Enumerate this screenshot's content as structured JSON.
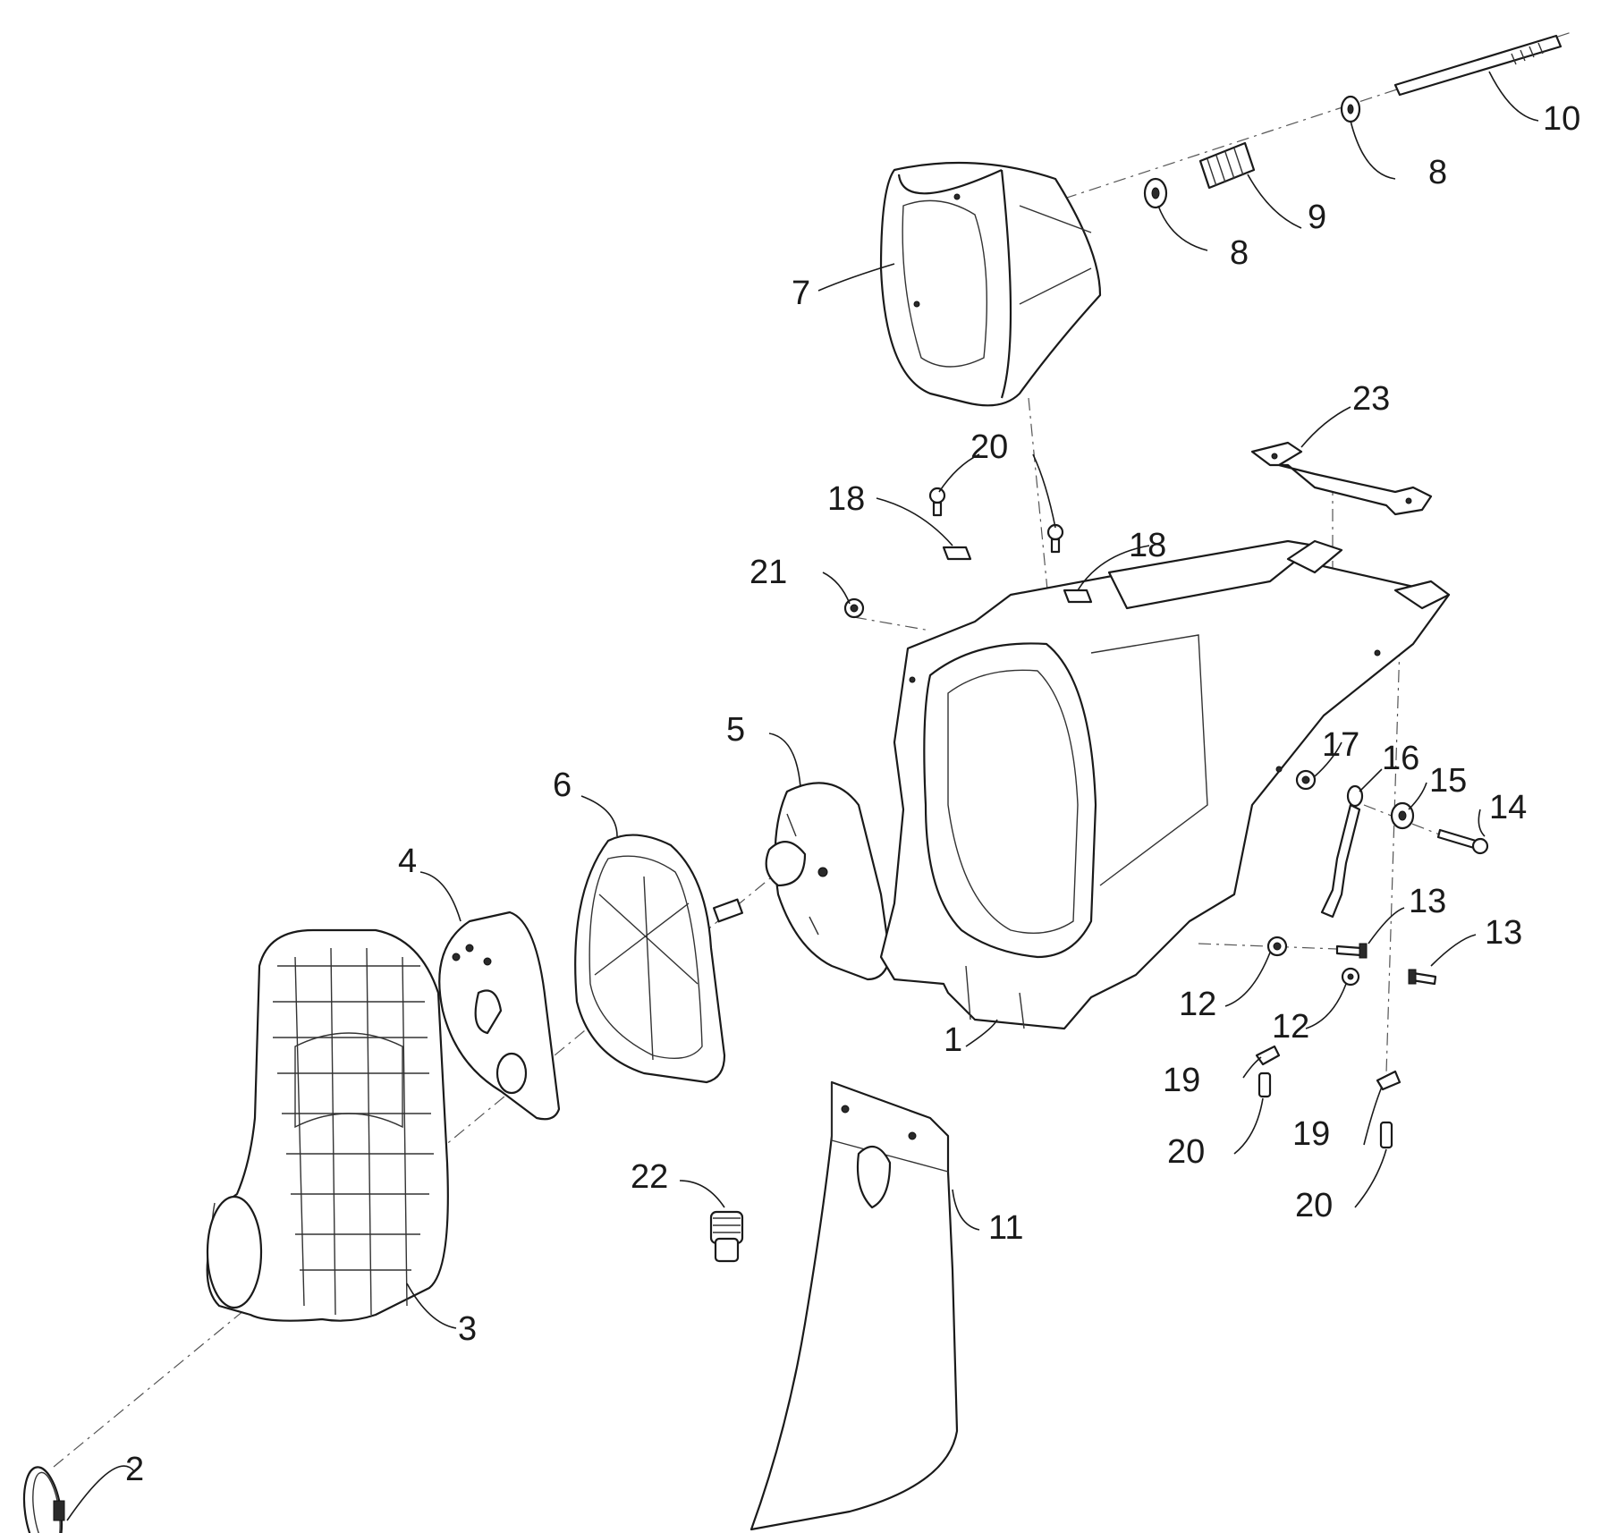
{
  "callouts": [
    {
      "id": "c1",
      "text": "1"
    },
    {
      "id": "c2",
      "text": "2"
    },
    {
      "id": "c3",
      "text": "3"
    },
    {
      "id": "c4",
      "text": "4"
    },
    {
      "id": "c5",
      "text": "5"
    },
    {
      "id": "c6",
      "text": "6"
    },
    {
      "id": "c7",
      "text": "7"
    },
    {
      "id": "c8a",
      "text": "8"
    },
    {
      "id": "c8b",
      "text": "8"
    },
    {
      "id": "c9",
      "text": "9"
    },
    {
      "id": "c10",
      "text": "10"
    },
    {
      "id": "c11",
      "text": "11"
    },
    {
      "id": "c12a",
      "text": "12"
    },
    {
      "id": "c12b",
      "text": "12"
    },
    {
      "id": "c13a",
      "text": "13"
    },
    {
      "id": "c13b",
      "text": "13"
    },
    {
      "id": "c14",
      "text": "14"
    },
    {
      "id": "c15",
      "text": "15"
    },
    {
      "id": "c16",
      "text": "16"
    },
    {
      "id": "c17",
      "text": "17"
    },
    {
      "id": "c18a",
      "text": "18"
    },
    {
      "id": "c18b",
      "text": "18"
    },
    {
      "id": "c19a",
      "text": "19"
    },
    {
      "id": "c19b",
      "text": "19"
    },
    {
      "id": "c20a",
      "text": "20"
    },
    {
      "id": "c20b",
      "text": "20"
    },
    {
      "id": "c20c",
      "text": "20"
    },
    {
      "id": "c21",
      "text": "21"
    },
    {
      "id": "c22",
      "text": "22"
    },
    {
      "id": "c23",
      "text": "23"
    }
  ]
}
